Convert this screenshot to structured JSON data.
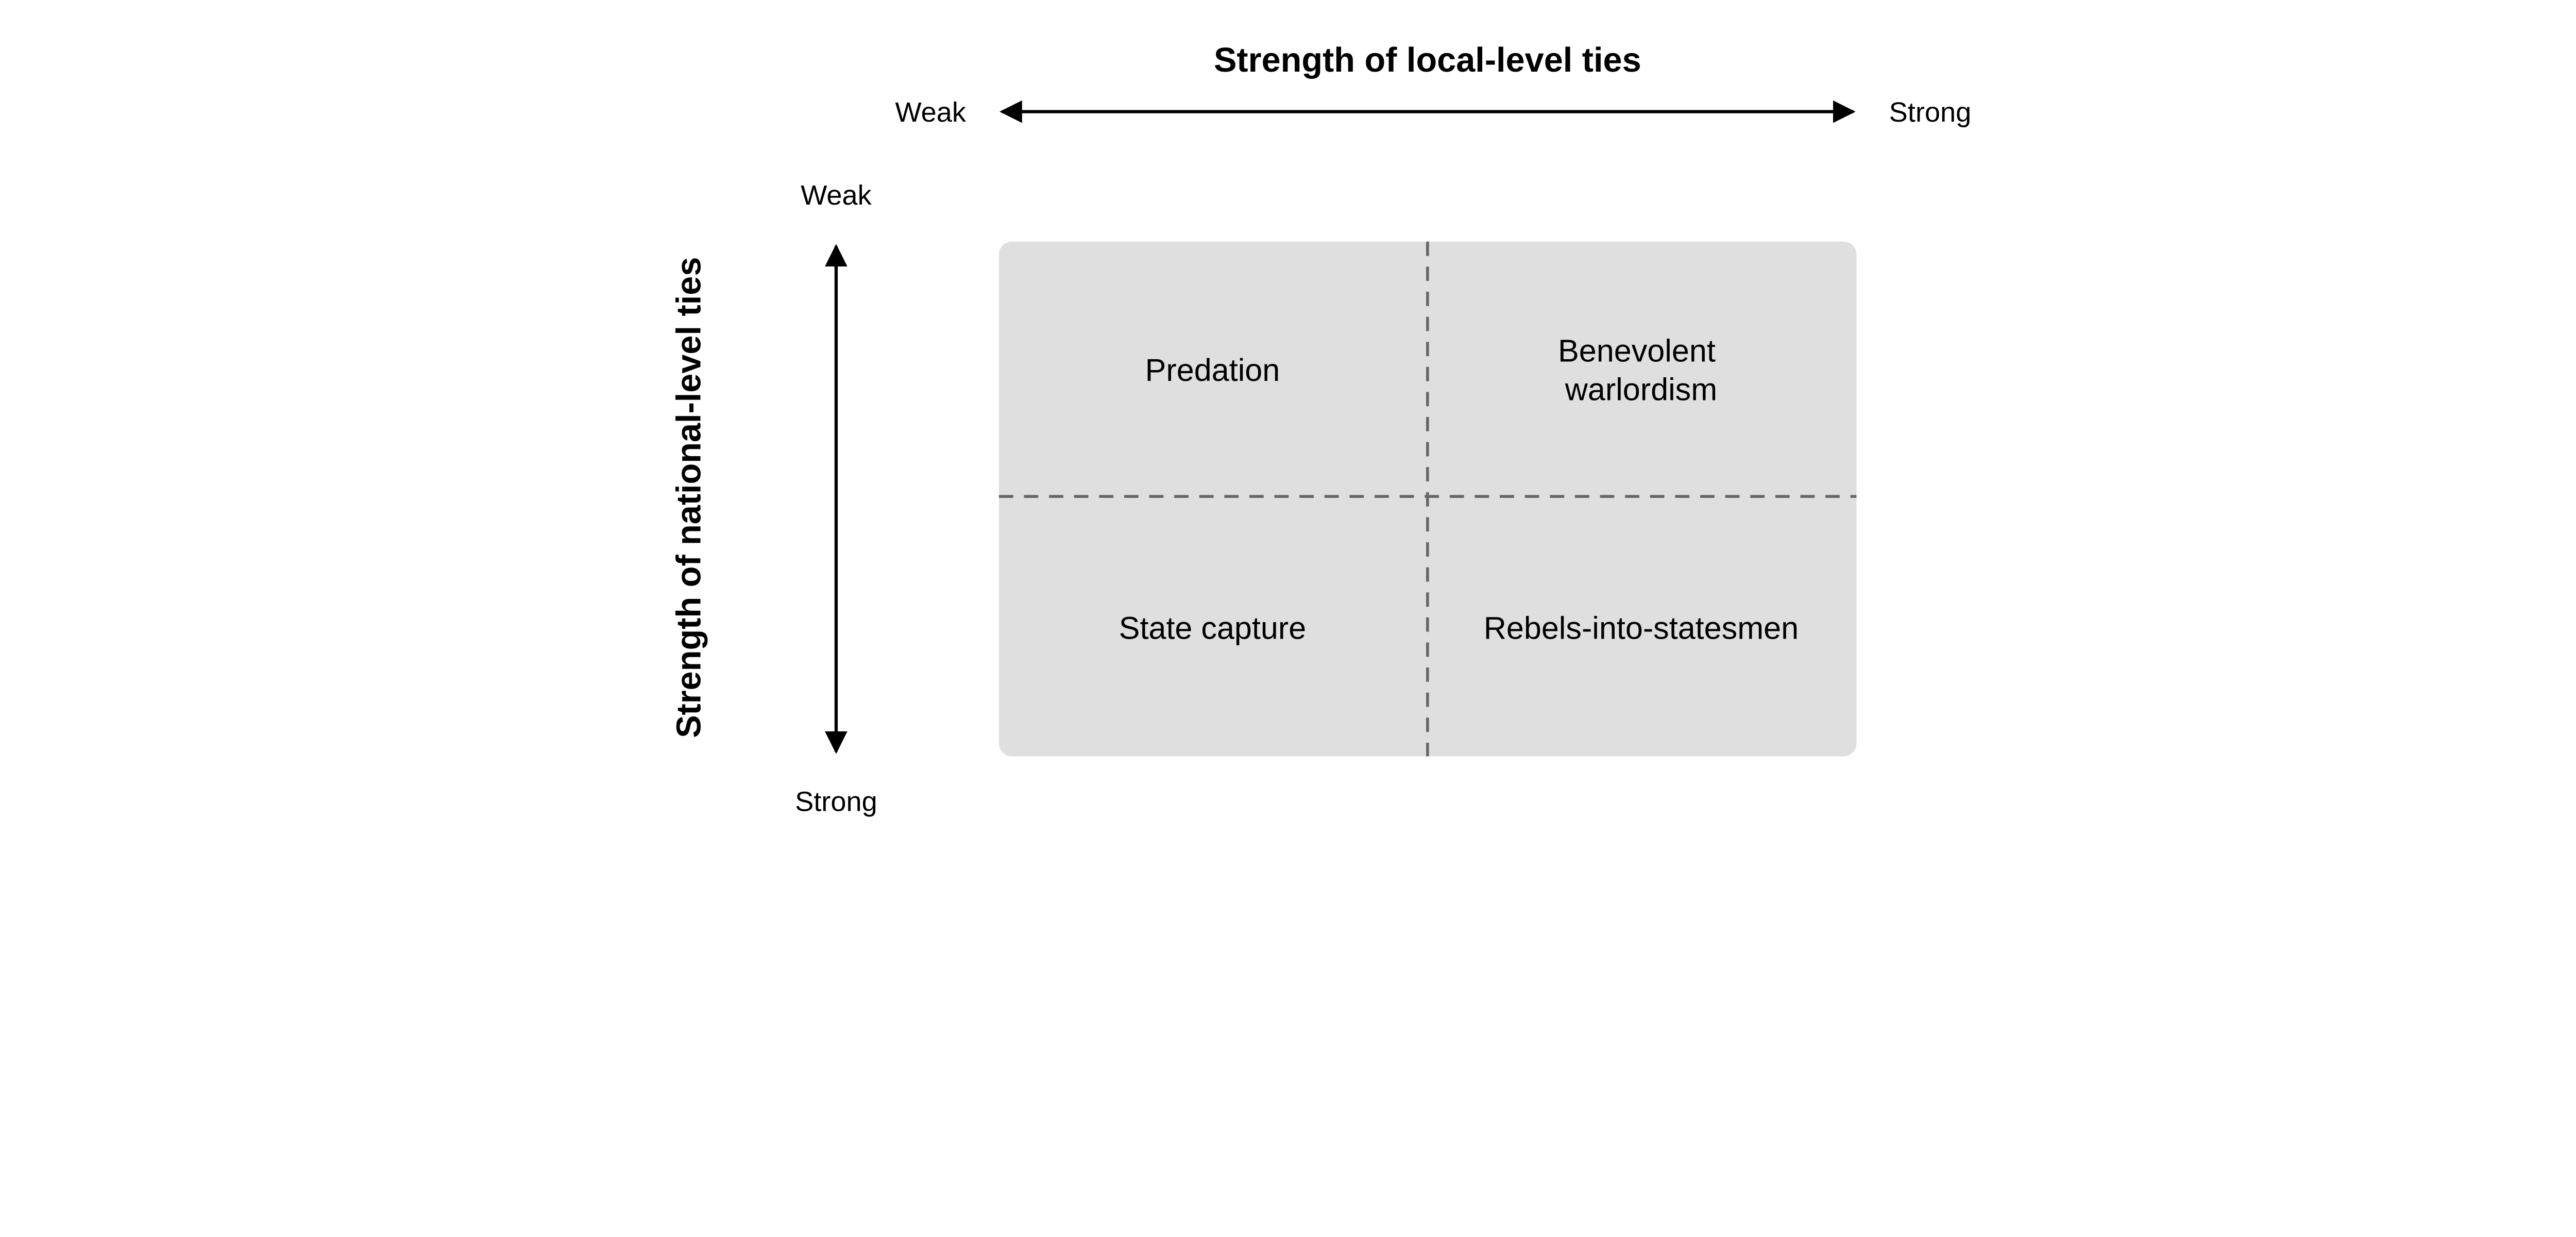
{
  "horizontal_axis": {
    "title": "Strength of local-level ties",
    "low_label": "Weak",
    "high_label": "Strong"
  },
  "vertical_axis": {
    "title": "Strength of national-level ties",
    "low_label": "Weak",
    "high_label": "Strong"
  },
  "quadrants": {
    "top_left": {
      "lines": [
        "Predation"
      ]
    },
    "top_right": {
      "lines": [
        "Benevolent",
        "warlordism"
      ]
    },
    "bottom_left": {
      "lines": [
        "State capture"
      ]
    },
    "bottom_right": {
      "lines": [
        "Rebels-into-statesmen"
      ]
    }
  },
  "colors": {
    "box_fill": "#dfdfdf",
    "divider": "#666666",
    "arrow": "#000000"
  }
}
